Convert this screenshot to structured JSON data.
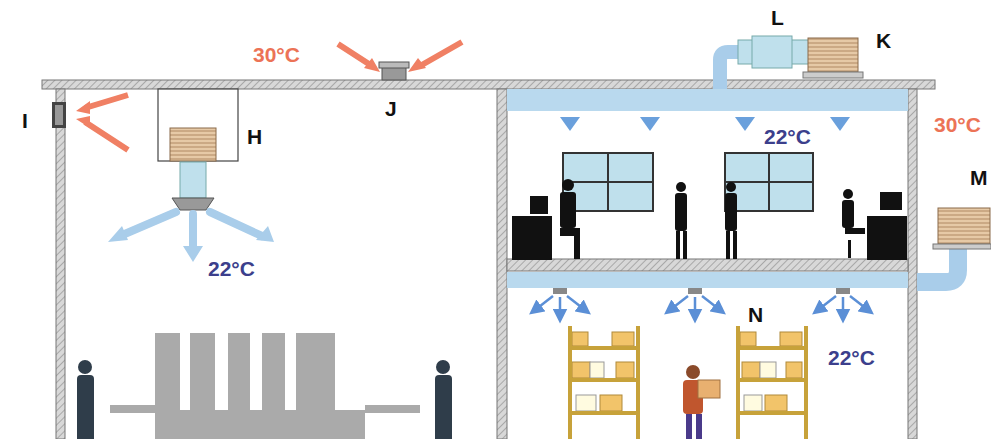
{
  "diagram": {
    "labels": [
      "30°C",
      "I",
      "J",
      "H",
      "L",
      "K",
      "22°C",
      "30°C",
      "M",
      "22°C",
      "N",
      "22°C"
    ]
  }
}
